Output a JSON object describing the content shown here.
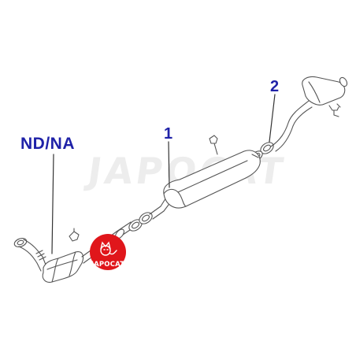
{
  "labels": {
    "variant_callout": "ND/NA",
    "part_1_callout": "1",
    "part_2_callout": "2"
  },
  "watermark": {
    "text": "JAPOCAT"
  },
  "logo": {
    "text": "JAPOCAT",
    "color": "#e0161b"
  },
  "colors": {
    "callout_text": "#1f22a8",
    "line_art": "#555555",
    "watermark": "#ededed"
  }
}
